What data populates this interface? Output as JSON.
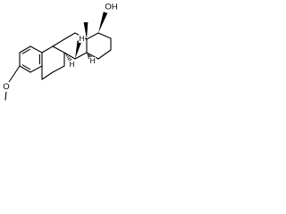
{
  "structure": {
    "atom_labels": {
      "methoxy_oxygen": "O",
      "hydroxyl": "OH",
      "hydrogen": "H"
    },
    "stereo_hydrogens": [
      {
        "label": "H",
        "bond": "hash"
      },
      {
        "label": "H",
        "bond": "hash"
      },
      {
        "label": "H",
        "bond": "wedge"
      }
    ],
    "hydroxyl_bond": "wedge",
    "methyl_bond": "wedge"
  }
}
